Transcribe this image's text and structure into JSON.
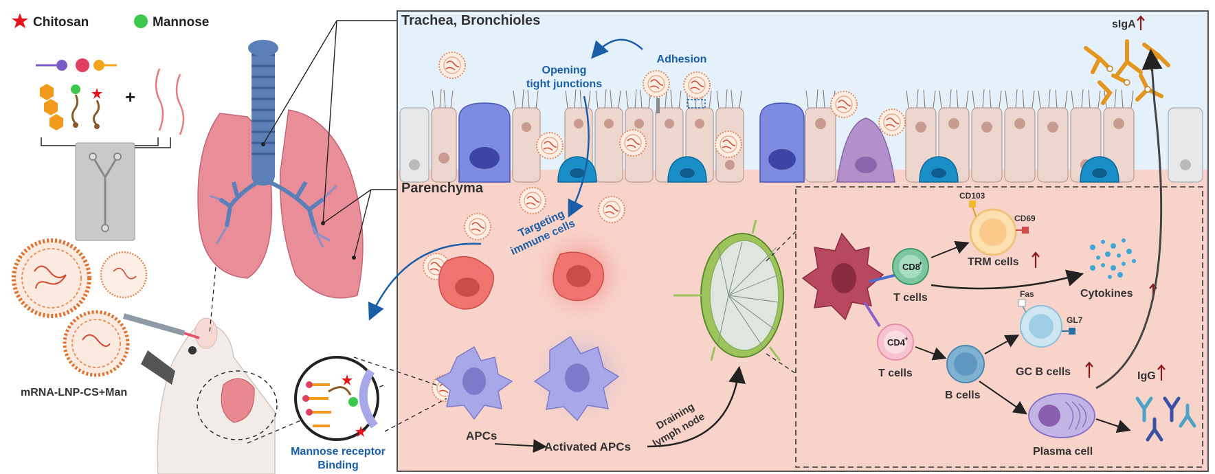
{
  "legend": {
    "chitosan": "Chitosan",
    "mannose": "Mannose",
    "plus": "+"
  },
  "left": {
    "formulation": "mRNA-LNP-CS+Man"
  },
  "airway": {
    "title": "Trachea, Bronchioles",
    "opening": [
      "Opening",
      "tight junctions"
    ],
    "adhesion": "Adhesion",
    "siga": "sIgA"
  },
  "parenchyma": {
    "title": "Parenchyma",
    "targeting": [
      "Targeting",
      "immune cells"
    ]
  },
  "mannose_receptor": [
    "Mannose receptor",
    "Binding"
  ],
  "apc": {
    "apcs": "APCs",
    "activated": "Activated APCs",
    "draining": [
      "Draining",
      "lymph node"
    ]
  },
  "immune": {
    "cd103": "CD103",
    "cd69": "CD69",
    "trm": "TRM cells",
    "cd8": "CD8",
    "cd8_sup": "+",
    "t_cells_1": "T cells",
    "cytokines": "Cytokines",
    "cd4": "CD4",
    "cd4_sup": "+",
    "t_cells_2": "T cells",
    "fas": "Fas",
    "gl7": "GL7",
    "gc_b": "GC B cells",
    "b_cells": "B cells",
    "igg": "IgG",
    "plasma": "Plasma cell"
  },
  "colors": {
    "airway_bg": "#e4f1fb",
    "parenchyma_bg": "#f8d3c9",
    "blue_text": "#1a5ea8",
    "arrow_up": "#8b1a1a"
  }
}
